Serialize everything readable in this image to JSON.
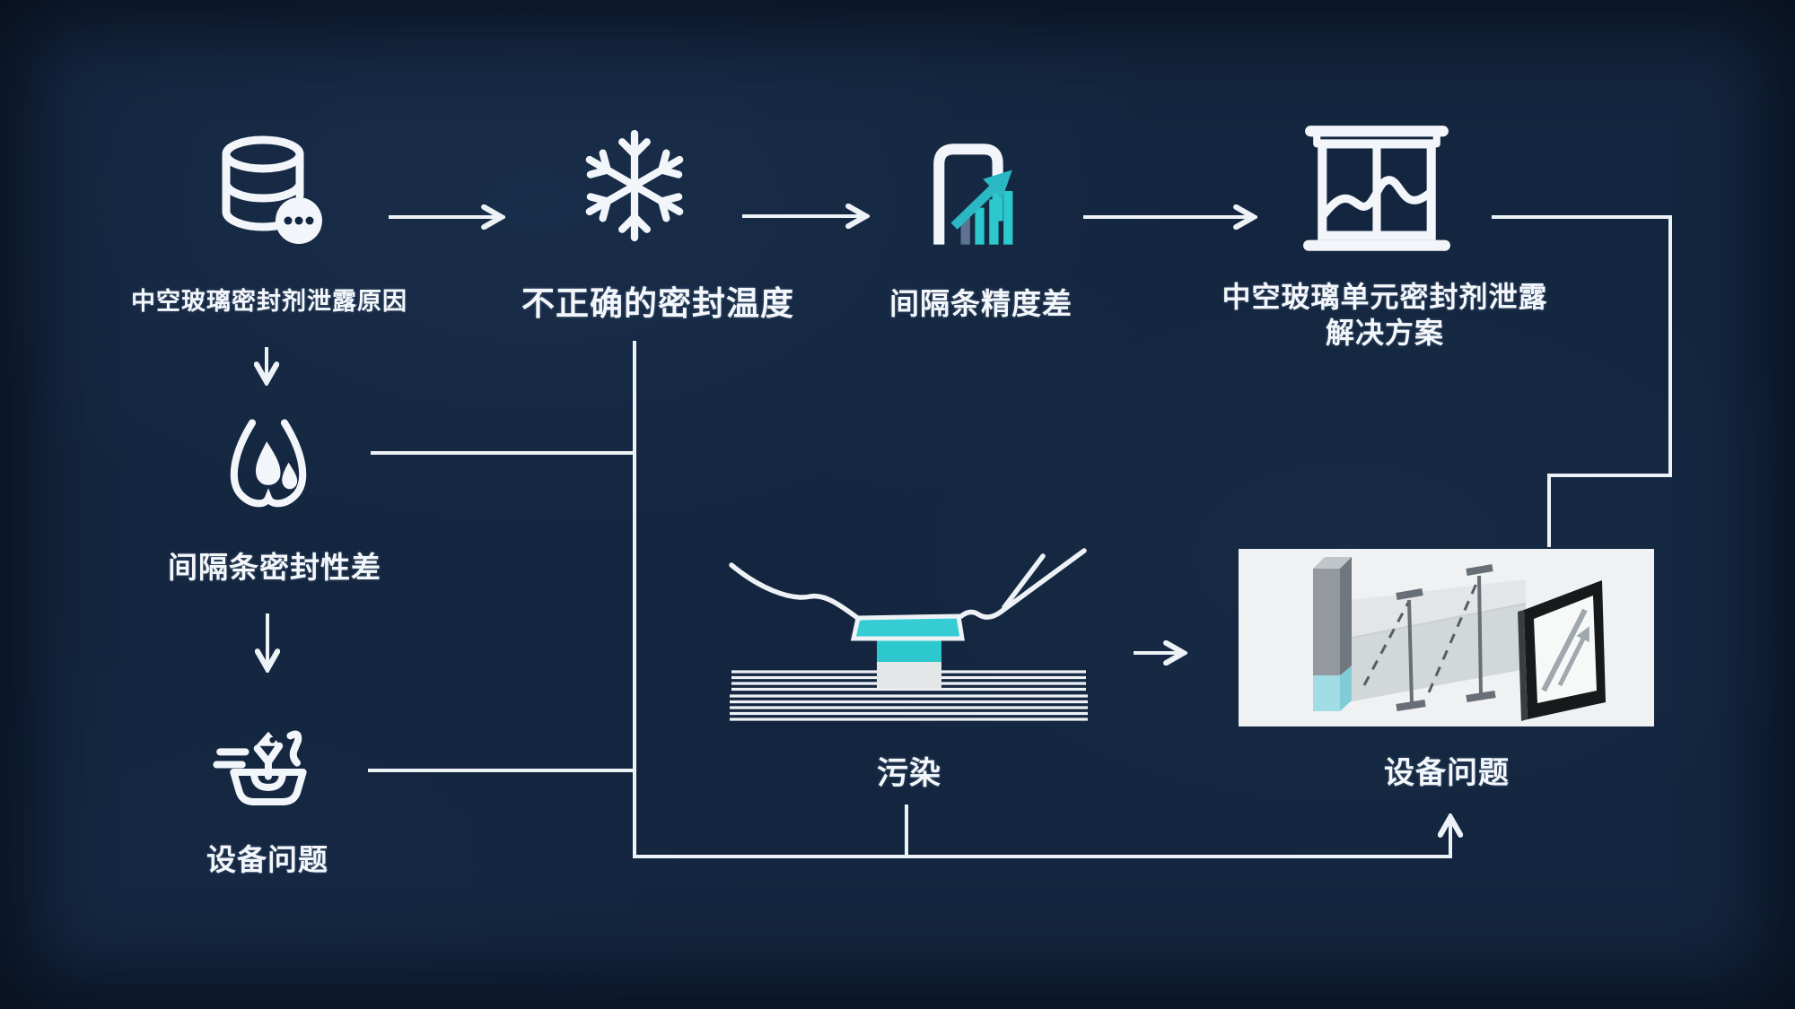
{
  "colors": {
    "background": "#14263f",
    "line": "#edf2f7",
    "accent_teal": "#2cc8cd",
    "accent_teal_dark": "#1fb0bd",
    "panel_bg": "#eff1f2",
    "text": "#f3f7fb"
  },
  "top_flow": {
    "nodes": [
      {
        "icon": "database-chat-icon",
        "label": "中空玻璃密封剂泄露原因"
      },
      {
        "icon": "snowflake-icon",
        "label": "不正确的密封温度"
      },
      {
        "icon": "spacer-bar-chart-icon",
        "label": "间隔条精度差"
      },
      {
        "icon": "window-icon",
        "label_line1": "中空玻璃单元密封剂泄露",
        "label_line2": "解决方案"
      }
    ]
  },
  "left_flow": {
    "nodes": [
      {
        "icon": "water-drops-icon",
        "label": "间隔条密封性差"
      },
      {
        "icon": "sealant-dispenser-icon",
        "label": "设备问题"
      }
    ]
  },
  "contamination": {
    "label": "污染"
  },
  "equipment_panel": {
    "label": "设备问题"
  }
}
